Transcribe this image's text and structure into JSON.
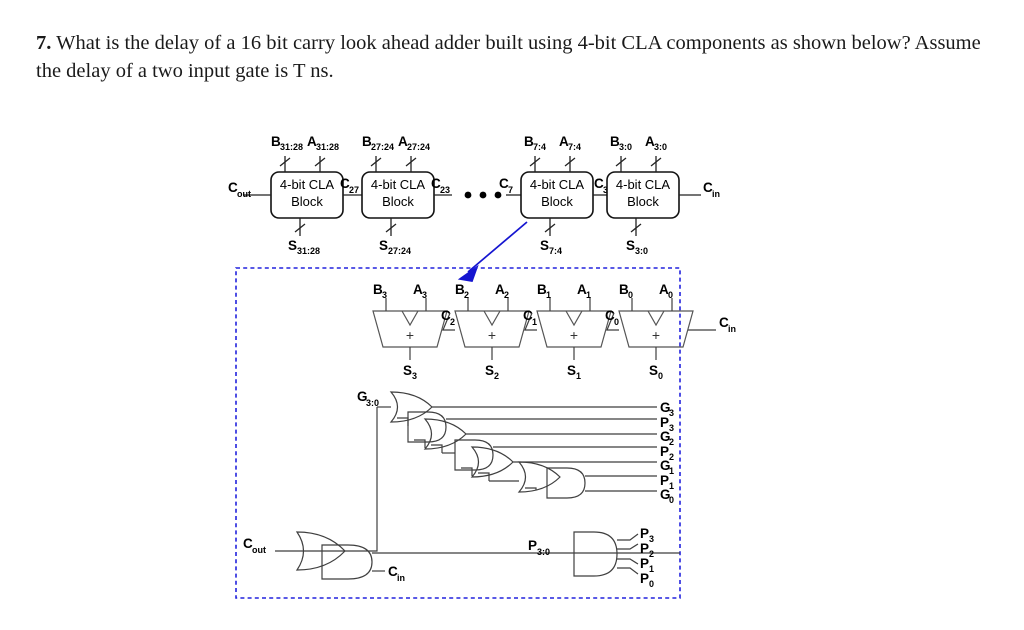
{
  "question": {
    "number": "7.",
    "text": "What is the delay of a 16 bit carry look ahead adder built using 4-bit CLA components as shown below? Assume the delay of a two input gate is T ns."
  },
  "colors": {
    "background": "#ffffff",
    "wire": "#3f3f3f",
    "text": "#000000",
    "highlight_box": "#2222dd",
    "arrow": "#1515d0"
  },
  "top_diagram": {
    "cout_label": "C",
    "cout_sub": "out",
    "cin_label": "C",
    "cin_sub": "in",
    "ellipsis": "• • •",
    "blocks": [
      {
        "title_line1": "4-bit CLA",
        "title_line2": "Block",
        "b_label": "B",
        "b_sub": "31:28",
        "a_label": "A",
        "a_sub": "31:28",
        "s_label": "S",
        "s_sub": "31:28",
        "carry_out_label": "C",
        "carry_out_sub": "27"
      },
      {
        "title_line1": "4-bit CLA",
        "title_line2": "Block",
        "b_label": "B",
        "b_sub": "27:24",
        "a_label": "A",
        "a_sub": "27:24",
        "s_label": "S",
        "s_sub": "27:24",
        "carry_out_label": "C",
        "carry_out_sub": "23"
      },
      {
        "title_line1": "4-bit CLA",
        "title_line2": "Block",
        "b_label": "B",
        "b_sub": "7:4",
        "a_label": "A",
        "a_sub": "7:4",
        "s_label": "S",
        "s_sub": "7:4",
        "carry_in_label": "C",
        "carry_in_sub": "7",
        "carry_out_label": "C",
        "carry_out_sub": "3"
      },
      {
        "title_line1": "4-bit CLA",
        "title_line2": "Block",
        "b_label": "B",
        "b_sub": "3:0",
        "a_label": "A",
        "a_sub": "3:0",
        "s_label": "S",
        "s_sub": "3:0",
        "carry_out_label": "C",
        "carry_out_sub": "in"
      }
    ]
  },
  "detail_box": {
    "adders": [
      {
        "b_label": "B",
        "b_sub": "3",
        "a_label": "A",
        "a_sub": "3",
        "s_label": "S",
        "s_sub": "3",
        "carry_label": "C",
        "carry_sub": "2",
        "operator": "+"
      },
      {
        "b_label": "B",
        "b_sub": "2",
        "a_label": "A",
        "a_sub": "2",
        "s_label": "S",
        "s_sub": "2",
        "carry_label": "C",
        "carry_sub": "1",
        "operator": "+"
      },
      {
        "b_label": "B",
        "b_sub": "1",
        "a_label": "A",
        "a_sub": "1",
        "s_label": "S",
        "s_sub": "1",
        "carry_label": "C",
        "carry_sub": "0",
        "operator": "+"
      },
      {
        "b_label": "B",
        "b_sub": "0",
        "a_label": "A",
        "a_sub": "0",
        "s_label": "S",
        "s_sub": "0",
        "carry_label": "C",
        "carry_sub": "in",
        "operator": "+"
      }
    ],
    "generate_tree": {
      "output_label": "G",
      "output_sub": "3:0",
      "inputs": [
        {
          "label": "G",
          "sub": "3"
        },
        {
          "label": "P",
          "sub": "3"
        },
        {
          "label": "G",
          "sub": "2"
        },
        {
          "label": "P",
          "sub": "2"
        },
        {
          "label": "G",
          "sub": "1"
        },
        {
          "label": "P",
          "sub": "1"
        },
        {
          "label": "G",
          "sub": "0"
        }
      ],
      "gate_sequence": [
        "or",
        "and",
        "or",
        "and",
        "or",
        "and"
      ]
    },
    "propagate_gate": {
      "output_label": "P",
      "output_sub": "3:0",
      "gate_type": "and",
      "inputs": [
        {
          "label": "P",
          "sub": "3"
        },
        {
          "label": "P",
          "sub": "2"
        },
        {
          "label": "P",
          "sub": "1"
        },
        {
          "label": "P",
          "sub": "0"
        }
      ]
    },
    "carry_out_logic": {
      "output_label": "C",
      "output_sub": "out",
      "or_gate": "or",
      "and_gate": "and",
      "and_input_label": "C",
      "and_input_sub": "in"
    }
  }
}
